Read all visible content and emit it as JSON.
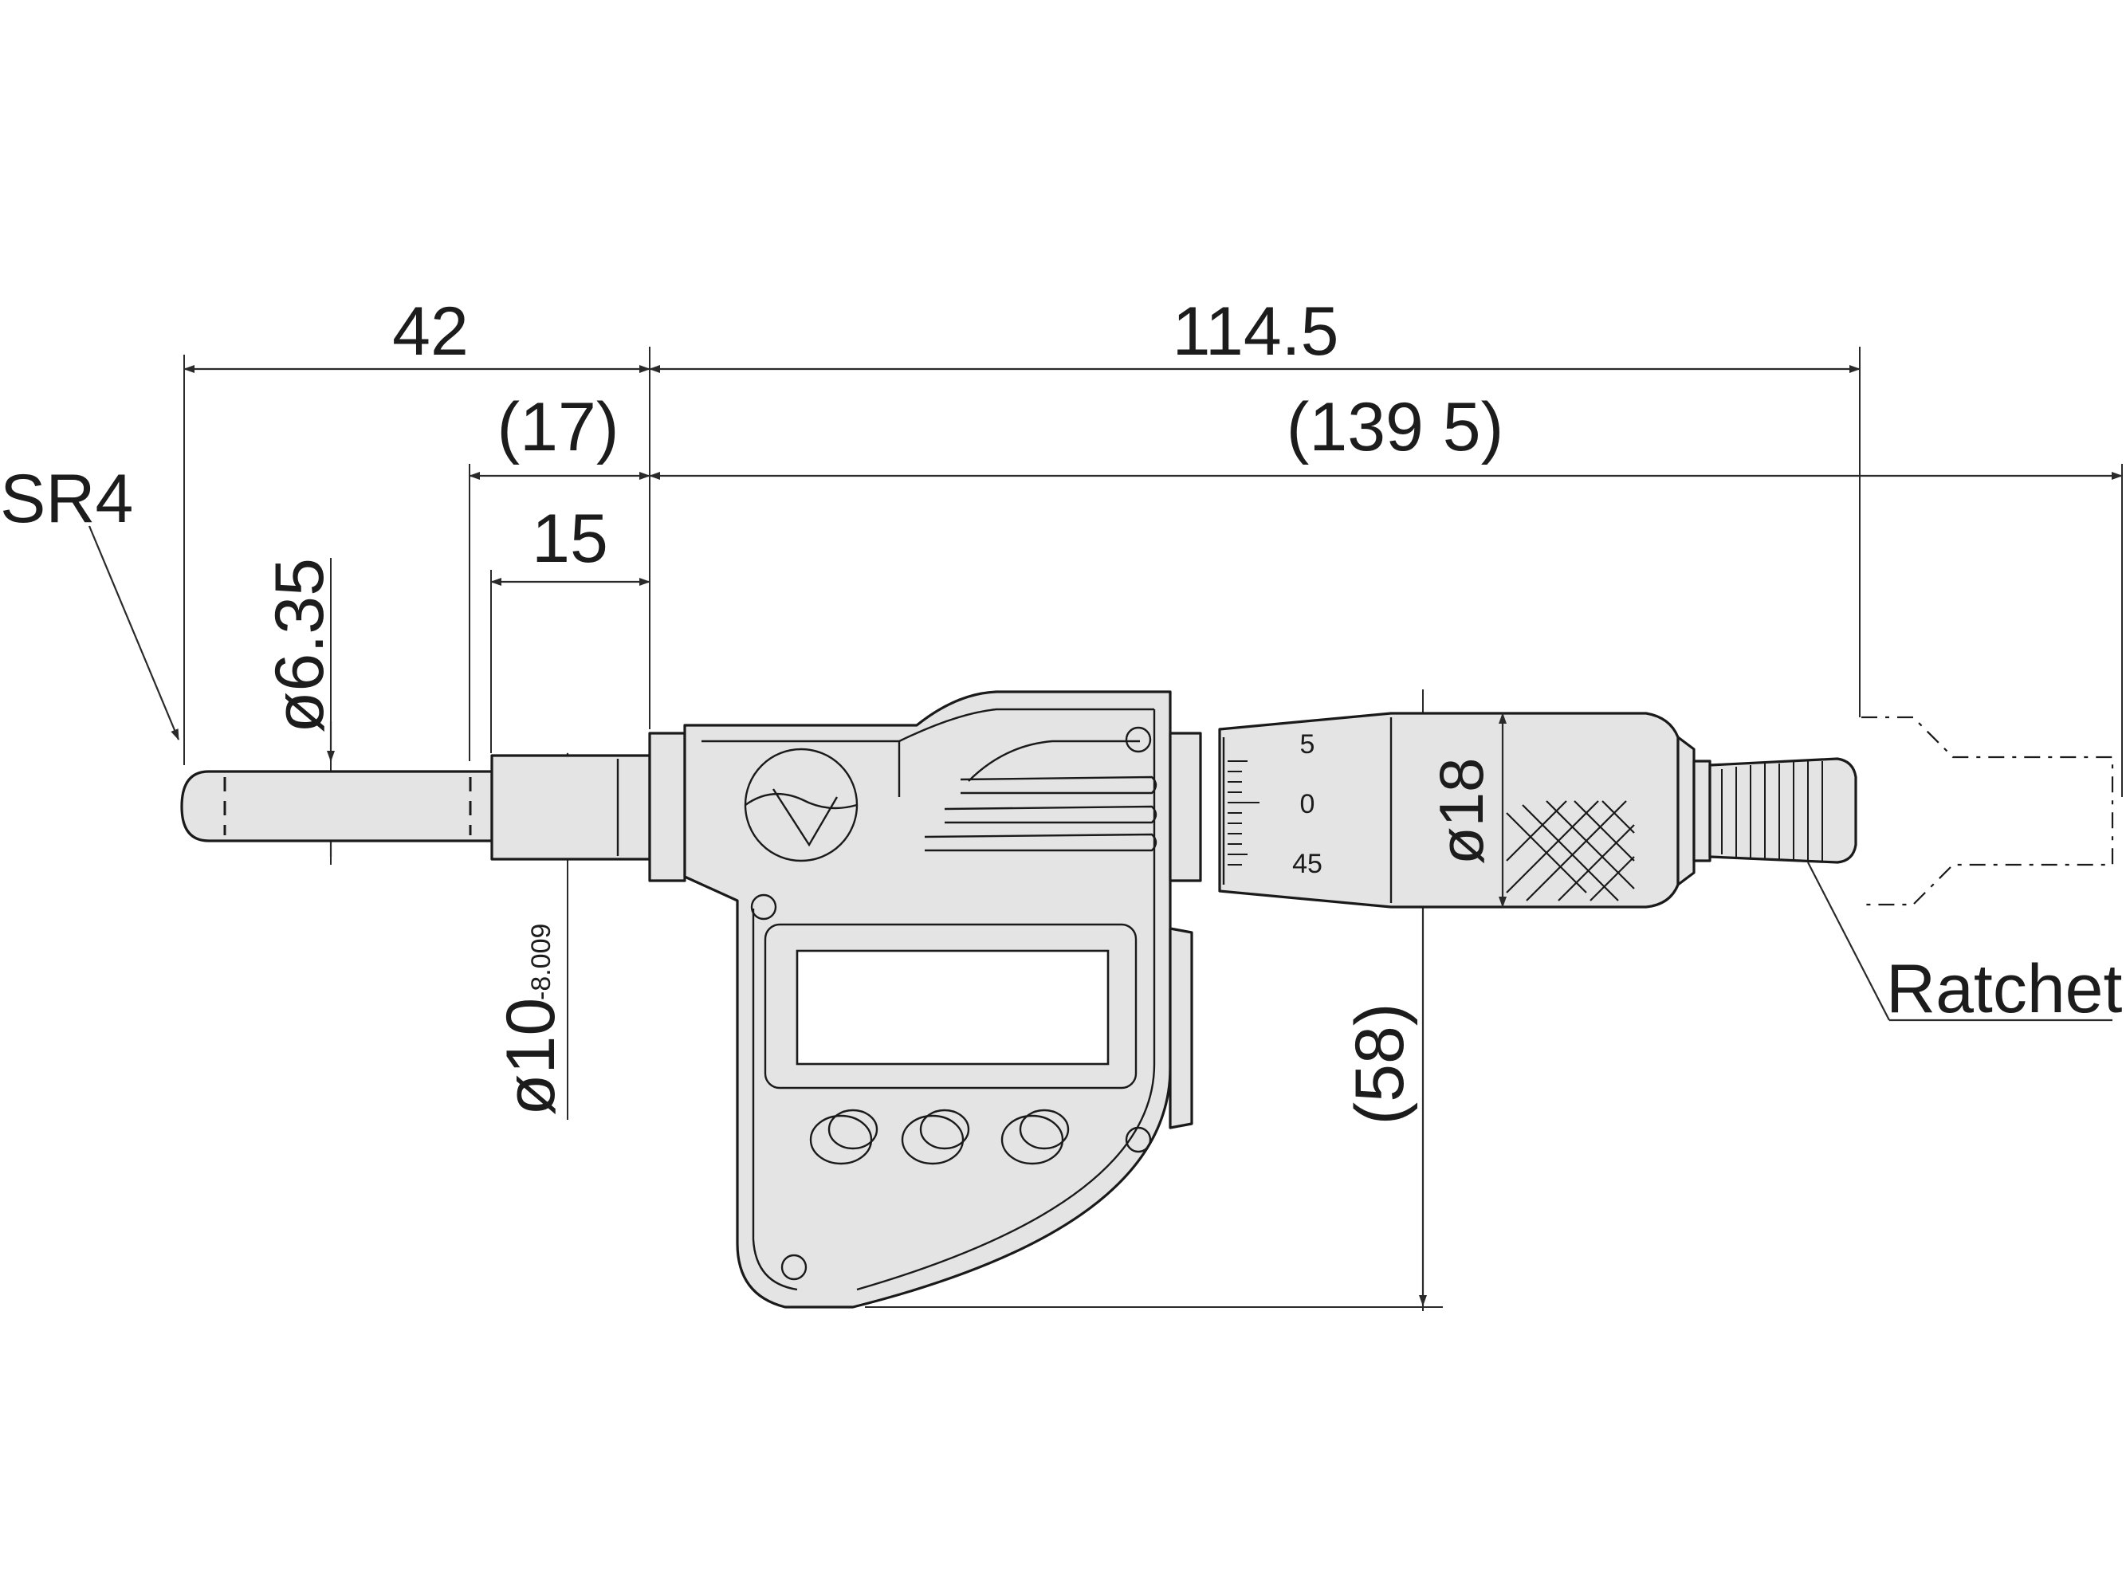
{
  "figure": {
    "subject": "digital micrometer head",
    "dimensions": {
      "spindle_stroke": "42",
      "body_length": "114.5",
      "ref_17": "(17)",
      "ref_139_5": "(139 5)",
      "stem_length": "15",
      "sphere_radius": "SR4",
      "spindle_dia": "ø6.35",
      "stem_dia": "ø10",
      "stem_tol": "-8.009",
      "thimble_dia": "ø18",
      "height": "(58)"
    },
    "thimble_scale": [
      "5",
      "0",
      "45"
    ],
    "callouts": {
      "ratchet": "Ratchet"
    }
  }
}
